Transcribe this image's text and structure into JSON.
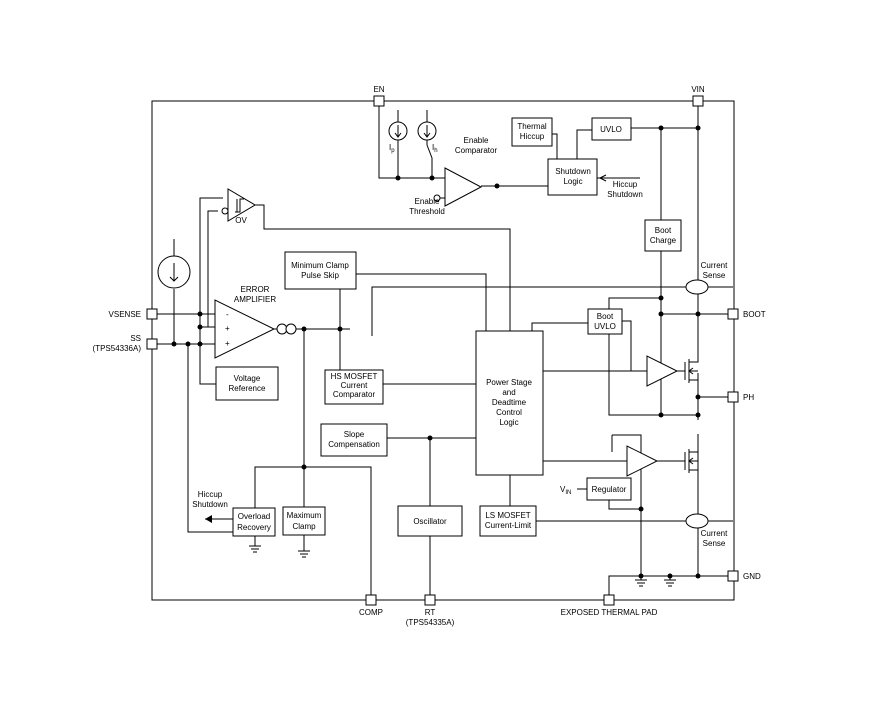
{
  "pins": {
    "en": "EN",
    "vin": "VIN",
    "vsense": "VSENSE",
    "ss": "SS",
    "ss_sub": "(TPS54336A)",
    "boot": "BOOT",
    "ph": "PH",
    "gnd": "GND",
    "comp": "COMP",
    "rt": "RT",
    "rt_sub": "(TPS54335A)",
    "thermal_pad": "EXPOSED THERMAL PAD"
  },
  "blocks": {
    "thermal_hiccup": [
      "Thermal",
      "Hiccup"
    ],
    "uvlo": "UVLO",
    "shutdown_logic": [
      "Shutdown",
      "Logic"
    ],
    "boot_charge": [
      "Boot",
      "Charge"
    ],
    "min_clamp": [
      "Minimum Clamp",
      "Pulse Skip"
    ],
    "boot_uvlo": [
      "Boot",
      "UVLO"
    ],
    "voltage_reference": [
      "Voltage",
      "Reference"
    ],
    "hs_comparator": [
      "HS MOSFET",
      "Current",
      "Comparator"
    ],
    "power_stage": [
      "Power Stage",
      "and",
      "Deadtime",
      "Control",
      "Logic"
    ],
    "slope_comp": [
      "Slope",
      "Compensation"
    ],
    "regulator": "Regulator",
    "overload_recovery": [
      "Overload",
      "Recovery"
    ],
    "max_clamp": [
      "Maximum",
      "Clamp"
    ],
    "oscillator": "Oscillator",
    "ls_current_limit": [
      "LS MOSFET",
      "Current-Limit"
    ]
  },
  "labels": {
    "ip": "I",
    "ip_sub": "p",
    "ih": "I",
    "ih_sub": "h",
    "enable_comparator": [
      "Enable",
      "Comparator"
    ],
    "enable_threshold": [
      "Enable",
      "Threshold"
    ],
    "hiccup_shutdown_top": [
      "Hiccup",
      "Shutdown"
    ],
    "ov": "OV",
    "error_amp": [
      "ERROR",
      "AMPLIFIER"
    ],
    "amp_minus": "-",
    "amp_plus1": "+",
    "amp_plus2": "+",
    "current_sense_top": [
      "Current",
      "Sense"
    ],
    "vin_reg": "V",
    "vin_reg_sub": "IN",
    "hiccup_shutdown_bottom": [
      "Hiccup",
      "Shutdown"
    ],
    "current_sense_bottom": [
      "Current",
      "Sense"
    ]
  }
}
